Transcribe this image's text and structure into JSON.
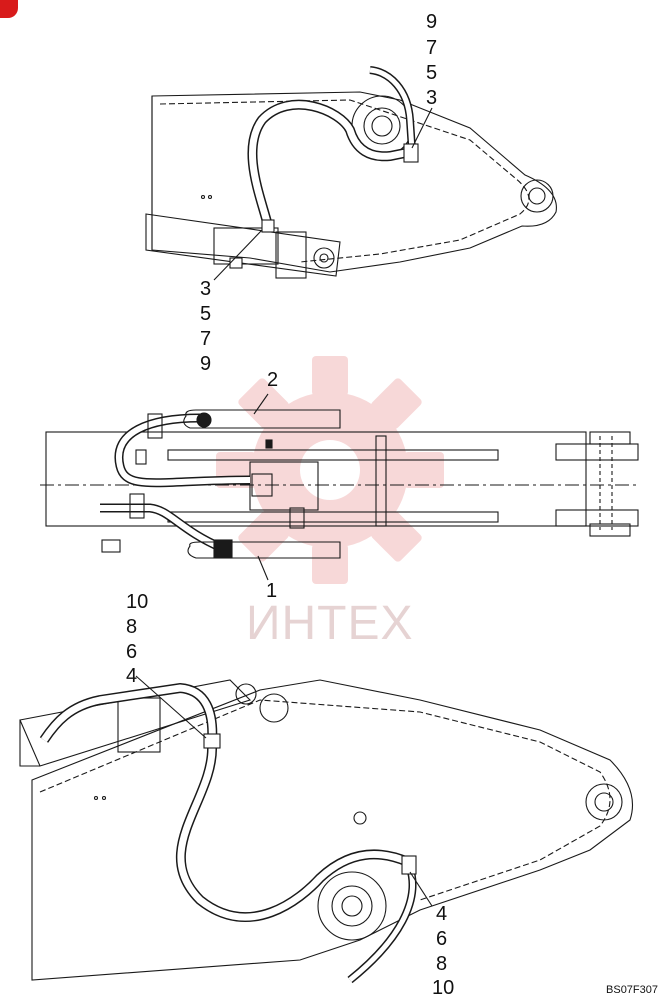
{
  "watermark": {
    "text": "ИНТЕХ"
  },
  "labels": {
    "top_right": [
      "9",
      "7",
      "5",
      "3"
    ],
    "top_left": [
      "3",
      "5",
      "7",
      "9"
    ],
    "mid_upper": "2",
    "mid_lower": "1",
    "bottom_left": [
      "10",
      "8",
      "6",
      "4"
    ],
    "bottom_right": [
      "4",
      "6",
      "8",
      "10"
    ]
  },
  "drawing_code": "BS07F307",
  "colors": {
    "line": "#1a1a1a",
    "watermark": "#f3c9c9"
  }
}
